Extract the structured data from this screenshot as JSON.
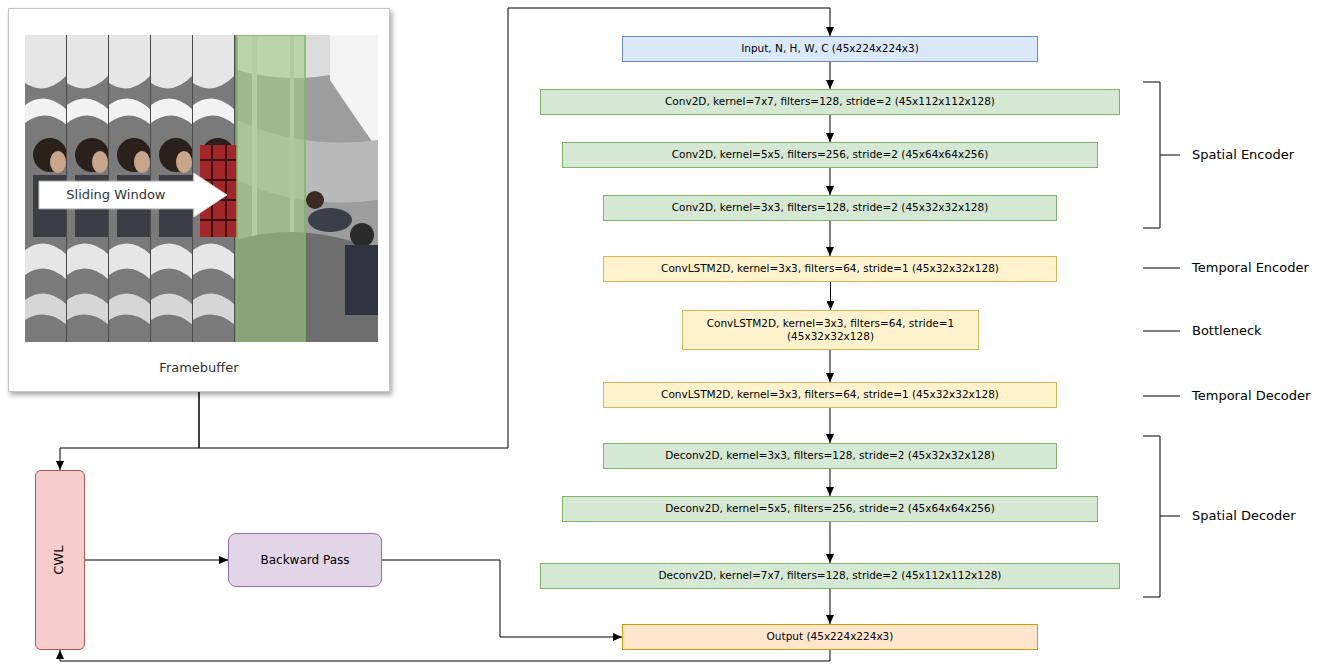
{
  "diagram": {
    "nodes": [
      {
        "text": [
          "Framebuffer"
        ]
      },
      {
        "text": [
          "Sliding Window"
        ],
        "in": 0
      },
      {
        "text": [
          "CWL"
        ]
      },
      {
        "text": [
          "Backward Pass"
        ]
      },
      {
        "text": [
          "Input, N, H, W, C (45x224x224x3)"
        ]
      },
      {
        "text": [
          "Conv2D, kernel=7x7, filters=128, stride=2 (45x112x112x128)"
        ]
      },
      {
        "text": [
          "Conv2D, kernel=5x5, filters=256, stride=2 (45x64x64x256)"
        ]
      },
      {
        "text": [
          "Conv2D, kernel=3x3, filters=128, stride=2 (45x32x32x128)"
        ]
      },
      {
        "text": [
          "ConvLSTM2D, kernel=3x3, filters=64, stride=1 (45x32x32x128)"
        ]
      },
      {
        "text": [
          "ConvLSTM2D, kernel=3x3, filters=64, stride=1 (45x32x32x128)"
        ]
      },
      {
        "text": [
          "ConvLSTM2D, kernel=3x3, filters=64, stride=1 (45x32x32x128)"
        ]
      },
      {
        "text": [
          "Deconv2D, kernel=3x3, filters=128, stride=2 (45x32x32x128)"
        ]
      },
      {
        "text": [
          "Deconv2D, kernel=5x5, filters=256, stride=2 (45x64x64x256)"
        ]
      },
      {
        "text": [
          "Deconv2D, kernel=7x7, filters=128, stride=2 (45x112x112x128)"
        ]
      },
      {
        "text": [
          "Output (45x224x224x3)"
        ]
      }
    ],
    "edges": [
      {
        "from": 0,
        "to": 2,
        "arrow": "to"
      },
      {
        "from": 0,
        "to": 4,
        "arrow": "to"
      },
      {
        "from": 4,
        "to": 5,
        "arrow": "to"
      },
      {
        "from": 5,
        "to": 6,
        "arrow": "to"
      },
      {
        "from": 6,
        "to": 7,
        "arrow": "to"
      },
      {
        "from": 7,
        "to": 8,
        "arrow": "to"
      },
      {
        "from": 8,
        "to": 9,
        "arrow": "to"
      },
      {
        "from": 9,
        "to": 10,
        "arrow": "to"
      },
      {
        "from": 10,
        "to": 11,
        "arrow": "to"
      },
      {
        "from": 11,
        "to": 12,
        "arrow": "to"
      },
      {
        "from": 12,
        "to": 13,
        "arrow": "to"
      },
      {
        "from": 13,
        "to": 14,
        "arrow": "to"
      },
      {
        "from": 2,
        "to": 3,
        "arrow": "to"
      },
      {
        "from": 3,
        "to": 14,
        "arrow": "to"
      },
      {
        "from": 14,
        "to": 2,
        "arrow": "to"
      }
    ],
    "labels": [
      "Spatial Encoder",
      "Temporal Encoder",
      "Bottleneck",
      "Temporal Decoder",
      "Spatial Decoder"
    ]
  }
}
